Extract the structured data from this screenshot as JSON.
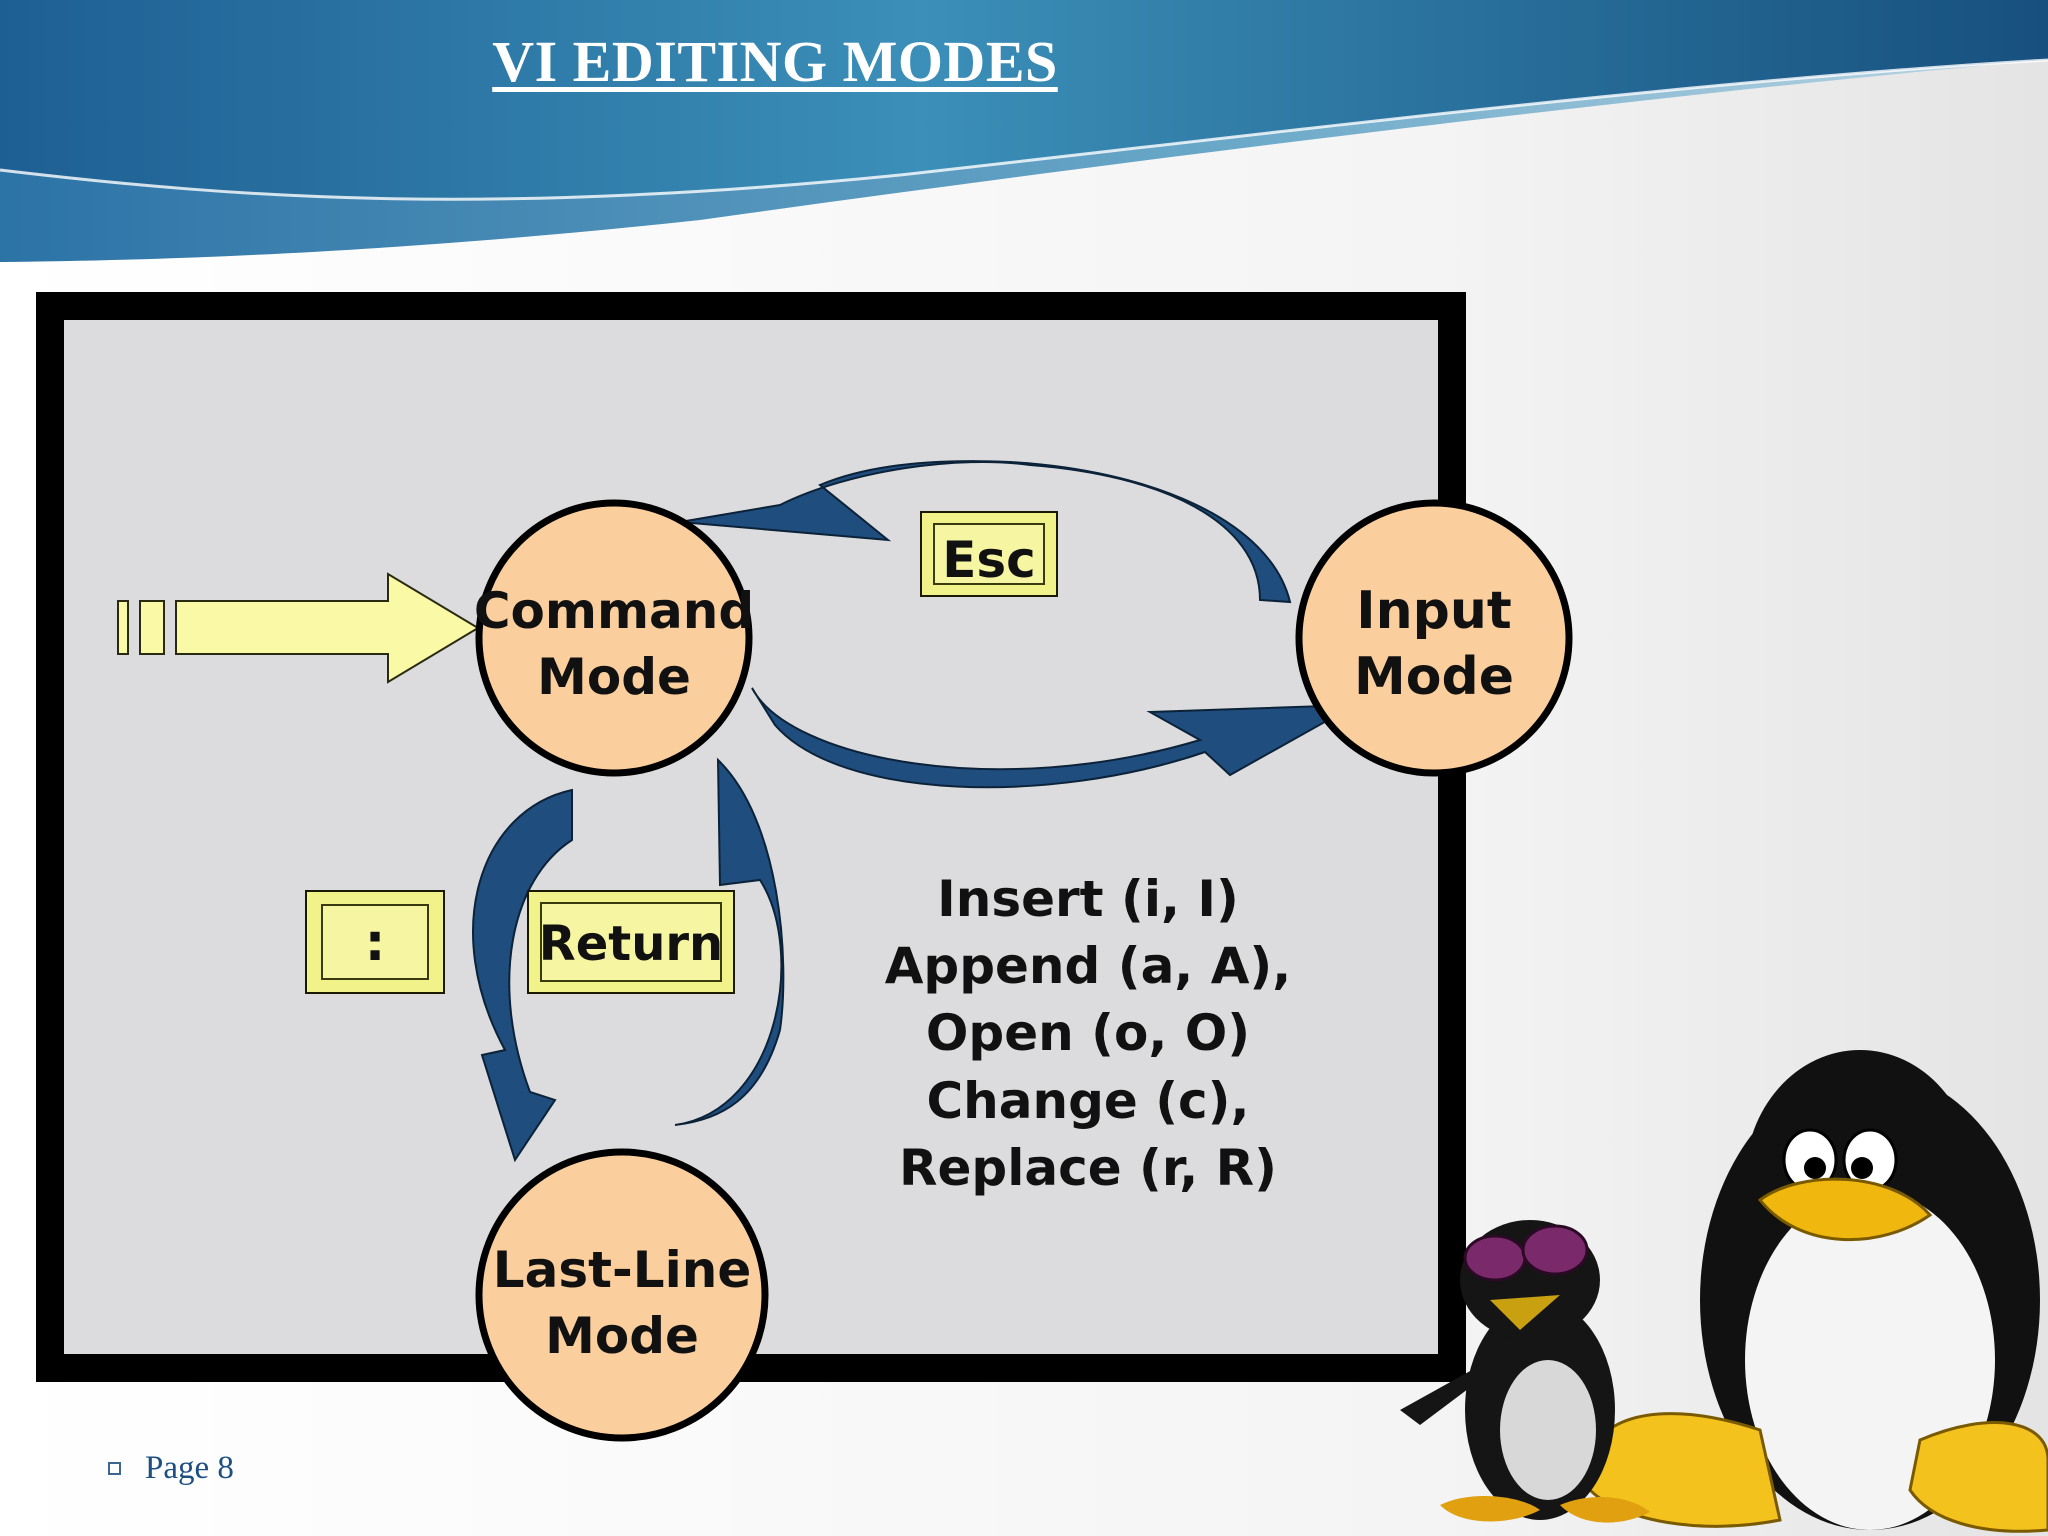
{
  "slide": {
    "title": "VI EDITING MODES",
    "page_label": "Page 8"
  },
  "diagram": {
    "nodes": {
      "command": [
        "Command",
        "Mode"
      ],
      "input": [
        "Input",
        "Mode"
      ],
      "lastline": [
        "Last-Line",
        "Mode"
      ]
    },
    "keys": {
      "esc": "Esc",
      "colon": ":",
      "return": "Return"
    },
    "input_commands": [
      "Insert (i, I)",
      "Append (a, A),",
      "Open (o, O)",
      "Change (c),",
      "Replace (r, R)"
    ]
  },
  "colors": {
    "header_blue": "#2f7fae",
    "panel_bg": "#dcdcde",
    "node_fill": "#fbcf9d",
    "key_fill": "#f2f28a",
    "arrow_fill": "#1f4d7e",
    "entry_arrow_fill": "#fafaa6"
  }
}
